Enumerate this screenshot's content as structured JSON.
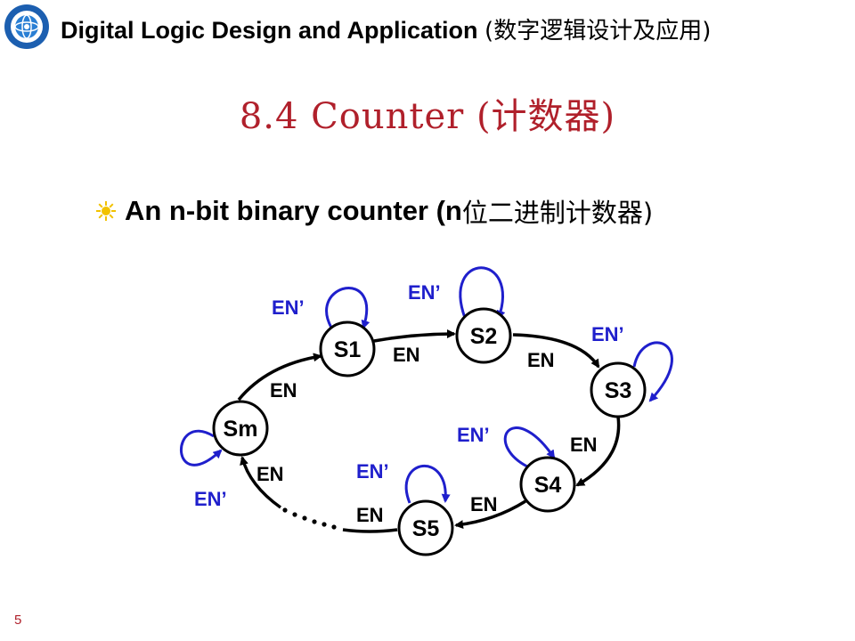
{
  "header": {
    "title": "Digital Logic Design and Application",
    "title_cn": "(数字逻辑设计及应用)"
  },
  "slide": {
    "title": "8.4  Counter (计数器)",
    "bullet_text": "An n-bit binary counter (n",
    "bullet_text_cn": "位二进制计数器)",
    "page_number": "5"
  },
  "colors": {
    "title_red": "#b0202b",
    "self_loop_blue": "#1f1fcc",
    "transition_black": "#000000",
    "bullet_yellow": "#f2c200"
  },
  "icons": {
    "logo": "university-seal-icon",
    "bullet": "sun-bullet-icon"
  },
  "diagram": {
    "states": [
      "S1",
      "S2",
      "S3",
      "S4",
      "S5",
      "Sm"
    ],
    "transition_label": "EN",
    "self_loop_label": "EN’"
  }
}
